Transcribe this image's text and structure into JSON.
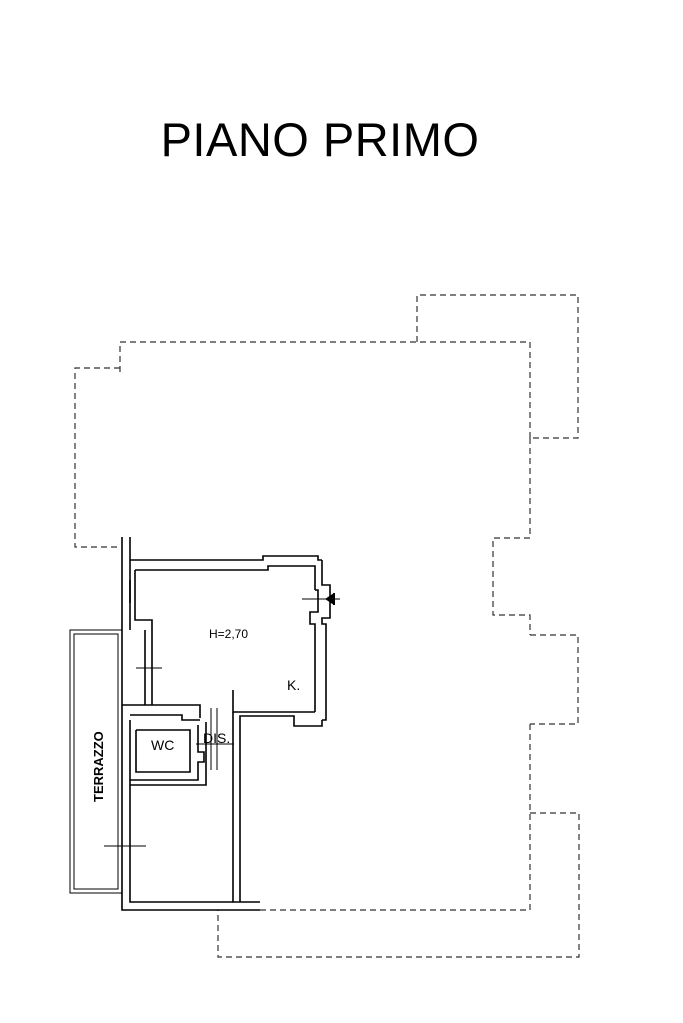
{
  "plan": {
    "title": "PIANO PRIMO",
    "height_label": "H=2,70",
    "rooms": {
      "kitchen": "K.",
      "wc": "WC",
      "disimpegno": "DIS.",
      "terrace": "TERRAZZO"
    }
  }
}
